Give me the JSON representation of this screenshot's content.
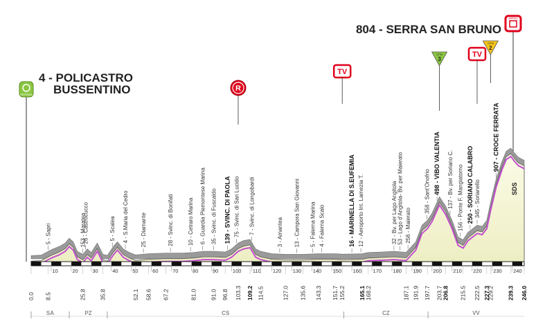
{
  "chart_data": {
    "type": "area",
    "title": "",
    "start": {
      "label_line1": "4 - POLICASTRO",
      "label_line2": "BUSSENTINO",
      "badge": "PARTENZA"
    },
    "finish": {
      "label": "804 - SERRA SAN BRUNO",
      "badge": "ARRIVO"
    },
    "profile": [
      {
        "km": 0,
        "alt": 4
      },
      {
        "km": 5,
        "alt": 8
      },
      {
        "km": 8.5,
        "alt": 40
      },
      {
        "km": 11,
        "alt": 60
      },
      {
        "km": 14,
        "alt": 80
      },
      {
        "km": 17,
        "alt": 110
      },
      {
        "km": 19,
        "alt": 150
      },
      {
        "km": 21,
        "alt": 120
      },
      {
        "km": 23,
        "alt": 40
      },
      {
        "km": 25.8,
        "alt": 15
      },
      {
        "km": 28,
        "alt": 60
      },
      {
        "km": 30,
        "alt": 30
      },
      {
        "km": 33,
        "alt": 110
      },
      {
        "km": 35.8,
        "alt": 15
      },
      {
        "km": 38,
        "alt": 5
      },
      {
        "km": 41,
        "alt": 80
      },
      {
        "km": 43,
        "alt": 120
      },
      {
        "km": 46,
        "alt": 60
      },
      {
        "km": 49,
        "alt": 30
      },
      {
        "km": 52.1,
        "alt": 10
      },
      {
        "km": 58.6,
        "alt": 20
      },
      {
        "km": 67.2,
        "alt": 25
      },
      {
        "km": 75,
        "alt": 25
      },
      {
        "km": 81,
        "alt": 30
      },
      {
        "km": 86,
        "alt": 40
      },
      {
        "km": 91,
        "alt": 40
      },
      {
        "km": 96.8,
        "alt": 35
      },
      {
        "km": 100,
        "alt": 60
      },
      {
        "km": 103.3,
        "alt": 110
      },
      {
        "km": 106,
        "alt": 130
      },
      {
        "km": 109.2,
        "alt": 140
      },
      {
        "km": 112,
        "alt": 60
      },
      {
        "km": 114.5,
        "alt": 40
      },
      {
        "km": 120,
        "alt": 20
      },
      {
        "km": 127,
        "alt": 15
      },
      {
        "km": 135.6,
        "alt": 15
      },
      {
        "km": 143.3,
        "alt": 20
      },
      {
        "km": 151.7,
        "alt": 20
      },
      {
        "km": 155.2,
        "alt": 16
      },
      {
        "km": 165.1,
        "alt": 20
      },
      {
        "km": 168.2,
        "alt": 30
      },
      {
        "km": 175,
        "alt": 35
      },
      {
        "km": 181,
        "alt": 40
      },
      {
        "km": 187.1,
        "alt": 32
      },
      {
        "km": 191.9,
        "alt": 120
      },
      {
        "km": 195,
        "alt": 260
      },
      {
        "km": 197.7,
        "alt": 300
      },
      {
        "km": 200,
        "alt": 360
      },
      {
        "km": 203.7,
        "alt": 498
      },
      {
        "km": 206.8,
        "alt": 420
      },
      {
        "km": 210,
        "alt": 300
      },
      {
        "km": 213,
        "alt": 160
      },
      {
        "km": 215.5,
        "alt": 137
      },
      {
        "km": 218,
        "alt": 200
      },
      {
        "km": 222.5,
        "alt": 260
      },
      {
        "km": 225,
        "alt": 250
      },
      {
        "km": 227.3,
        "alt": 300
      },
      {
        "km": 229.2,
        "alt": 450
      },
      {
        "km": 232,
        "alt": 650
      },
      {
        "km": 235,
        "alt": 800
      },
      {
        "km": 237,
        "alt": 880
      },
      {
        "km": 239.3,
        "alt": 907
      },
      {
        "km": 241,
        "alt": 870
      },
      {
        "km": 243,
        "alt": 830
      },
      {
        "km": 246,
        "alt": 804
      }
    ],
    "km_ticks": [
      10,
      20,
      30,
      40,
      50,
      60,
      70,
      80,
      90,
      100,
      110,
      120,
      130,
      140,
      150,
      160,
      170,
      180,
      190,
      200,
      210,
      220,
      230,
      240
    ],
    "waypoints": [
      {
        "name": "5 - Sapri",
        "km": "8.5",
        "pos": 8.5
      },
      {
        "name": "153 - Maratea",
        "km": "25.8",
        "pos": 25.8
      },
      {
        "name": "26 - Castrocucco",
        "km": "25.8",
        "pos": 27.2
      },
      {
        "name": "5 - Scalea",
        "km": "35.8",
        "pos": 40.5
      },
      {
        "name": "4 - S.Maria del Cedro",
        "km": "52.1",
        "pos": 47.0
      },
      {
        "name": "25 - Diamante",
        "km": "58.6",
        "pos": 56.0
      },
      {
        "name": "28 - Svinc. di Bonifati",
        "km": "67.2",
        "pos": 69.5
      },
      {
        "name": "10 - Cetraro Marina",
        "km": "81.0",
        "pos": 79.5
      },
      {
        "name": "6 - Guardia Piemontese Marina",
        "km": "91.0",
        "pos": 85.5
      },
      {
        "name": "35 - Svinc. di Fuscaldo",
        "km": "96.8",
        "pos": 91.0
      },
      {
        "name": "139 - SVINC. DI PAOLA",
        "km": "103.3",
        "pos": 98.0,
        "bold": true
      },
      {
        "name": "75 - Svinc. di San Lucido",
        "km": "109.2",
        "pos": 102.5
      },
      {
        "name": "7 - Svinc. di Longobardi",
        "km": "114.5",
        "pos": 110.0
      },
      {
        "name": "3 - Amantea",
        "km": "127.0",
        "pos": 124.0
      },
      {
        "name": "13 - Campora San Giovanni",
        "km": "135.6",
        "pos": 132.5
      },
      {
        "name": "5 - Falerna Marina",
        "km": "143.3",
        "pos": 140.5
      },
      {
        "name": "4 - Falerna Scalo",
        "km": "151.7",
        "pos": 145.0
      },
      {
        "name": "16 - MARINELLA DI S.EUFEMIA",
        "km": "155.2",
        "pos": 160.0,
        "bold": true
      },
      {
        "name": "12 - Aeroporto Int. Lamezia T.",
        "km": "165.1",
        "pos": 164.5
      },
      {
        "name": "32 - Bv. per Lago Angitola",
        "km": "168.2",
        "pos": 181.0
      },
      {
        "name": "53 - Lago d'Angitola- Bv. per Maierato",
        "km": "187.1",
        "pos": 184.0
      },
      {
        "name": "256 - Maierato",
        "km": "191.9",
        "pos": 188.0
      },
      {
        "name": "358 - Sant'Onofrio",
        "km": "197.7",
        "pos": 197.5
      },
      {
        "name": "498 - VIBO VALENTIA",
        "km": "203.7",
        "pos": 202.5,
        "bold": true
      },
      {
        "name": "137 - Bv. per Soriano C.",
        "km": "206.8",
        "pos": 209.0
      },
      {
        "name": "156 - Ponte F. Mangiatorno",
        "km": "215.5",
        "pos": 214.0
      },
      {
        "name": "250 - SORIANO CALABRO",
        "km": "222.5",
        "pos": 219.0,
        "bold": true
      },
      {
        "name": "345 - Sorianello",
        "km": "227.3",
        "pos": 222.5
      },
      {
        "name": "907 - CROCE FERRATA",
        "km": "239.3",
        "pos": 232.0,
        "bold": true
      }
    ],
    "km_labels": [
      {
        "v": "0.0",
        "pos": 0,
        "bold": false
      },
      {
        "v": "8.5",
        "pos": 8.5
      },
      {
        "v": "25.8",
        "pos": 25.8
      },
      {
        "v": "35.8",
        "pos": 35.8
      },
      {
        "v": "52.1",
        "pos": 52.1
      },
      {
        "v": "58.6",
        "pos": 58.6
      },
      {
        "v": "67.2",
        "pos": 67.2
      },
      {
        "v": "81.0",
        "pos": 81.0
      },
      {
        "v": "91.0",
        "pos": 91.0
      },
      {
        "v": "96.8",
        "pos": 96.8
      },
      {
        "v": "103.3",
        "pos": 103.3
      },
      {
        "v": "109.2",
        "pos": 109.2,
        "bold": true
      },
      {
        "v": "114.5",
        "pos": 114.5
      },
      {
        "v": "127.0",
        "pos": 127.0
      },
      {
        "v": "135.6",
        "pos": 135.6
      },
      {
        "v": "143.3",
        "pos": 143.3
      },
      {
        "v": "151.7",
        "pos": 151.7
      },
      {
        "v": "155.2",
        "pos": 155.2
      },
      {
        "v": "165.1",
        "pos": 165.1,
        "bold": true
      },
      {
        "v": "168.2",
        "pos": 168.2
      },
      {
        "v": "187.1",
        "pos": 187.1
      },
      {
        "v": "191.9",
        "pos": 191.9
      },
      {
        "v": "197.7",
        "pos": 197.7
      },
      {
        "v": "203.7",
        "pos": 203.7
      },
      {
        "v": "206.8",
        "pos": 206.8,
        "bold": true
      },
      {
        "v": "215.5",
        "pos": 215.5
      },
      {
        "v": "222.5",
        "pos": 222.5
      },
      {
        "v": "227.3",
        "pos": 227.3,
        "bold": true
      },
      {
        "v": "229.2",
        "pos": 229.2
      },
      {
        "v": "239.3",
        "pos": 239.3,
        "bold": true
      },
      {
        "v": "246.0",
        "pos": 246.0,
        "bold": true
      }
    ],
    "provinces": [
      {
        "code": "SA",
        "from": 0,
        "to": 19
      },
      {
        "code": "PZ",
        "from": 19,
        "to": 38
      },
      {
        "code": "CS",
        "from": 38,
        "to": 156
      },
      {
        "code": "CZ",
        "from": 156,
        "to": 198
      },
      {
        "code": "VV",
        "from": 198,
        "to": 246
      }
    ],
    "badges": [
      {
        "kind": "R",
        "text": "R",
        "pos": 103.3
      },
      {
        "kind": "TV",
        "text": "TV",
        "pos": 155.2
      },
      {
        "kind": "TV",
        "text": "TV",
        "pos": 222.5
      },
      {
        "kind": "GPM",
        "text": "3",
        "top": "GPM",
        "pos": 203.7,
        "color": "#8ac640"
      },
      {
        "kind": "GPM",
        "text": "2",
        "top": "GPM",
        "pos": 229.2,
        "color": "#f5c418"
      }
    ],
    "colors": {
      "profile_fill": "#f3f3cf",
      "road_line": "#c34fcf",
      "mountain": "#9a9a9a",
      "red": "#e0001b"
    },
    "xlim": [
      0,
      246
    ],
    "ylim": [
      0,
      907
    ]
  }
}
